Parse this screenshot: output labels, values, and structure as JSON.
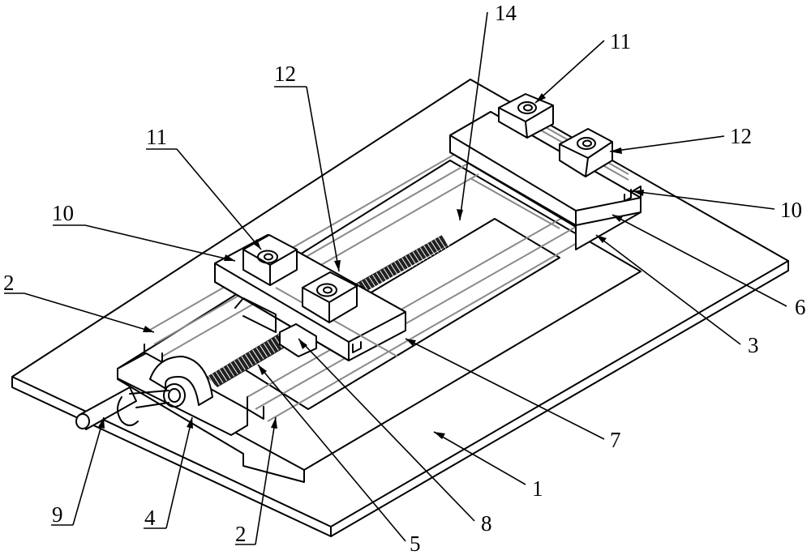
{
  "figure": {
    "type": "patent isometric line drawing",
    "subject": "screw-driven sliding clamp fixture on base plate",
    "line_color": "#000000",
    "hidden_edge_color": "#8a8a8a",
    "background": "#ffffff"
  },
  "labels": [
    {
      "id": "label-14",
      "text": "14",
      "part": "guide slot / channel"
    },
    {
      "id": "label-11-right",
      "text": "11",
      "part": "screw on clamp block"
    },
    {
      "id": "label-12-right",
      "text": "12",
      "part": "clamp block"
    },
    {
      "id": "label-10-right",
      "text": "10",
      "part": "T-slot"
    },
    {
      "id": "label-6",
      "text": "6",
      "part": "fixed jaw top plate"
    },
    {
      "id": "label-3",
      "text": "3",
      "part": "fixed jaw support"
    },
    {
      "id": "label-7",
      "text": "7",
      "part": "movable jaw"
    },
    {
      "id": "label-1",
      "text": "1",
      "part": "base plate"
    },
    {
      "id": "label-8",
      "text": "8",
      "part": "nut / slider"
    },
    {
      "id": "label-5",
      "text": "5",
      "part": "lead screw"
    },
    {
      "id": "label-2-bottom",
      "text": "2",
      "part": "guide rail"
    },
    {
      "id": "label-4",
      "text": "4",
      "part": "bearing seat"
    },
    {
      "id": "label-9",
      "text": "9",
      "part": "handle shaft"
    },
    {
      "id": "label-2-left",
      "text": "2",
      "part": "guide rail"
    },
    {
      "id": "label-10-left",
      "text": "10",
      "part": "T-slot"
    },
    {
      "id": "label-11-left",
      "text": "11",
      "part": "screw on clamp block"
    },
    {
      "id": "label-12-left",
      "text": "12",
      "part": "clamp block"
    }
  ]
}
